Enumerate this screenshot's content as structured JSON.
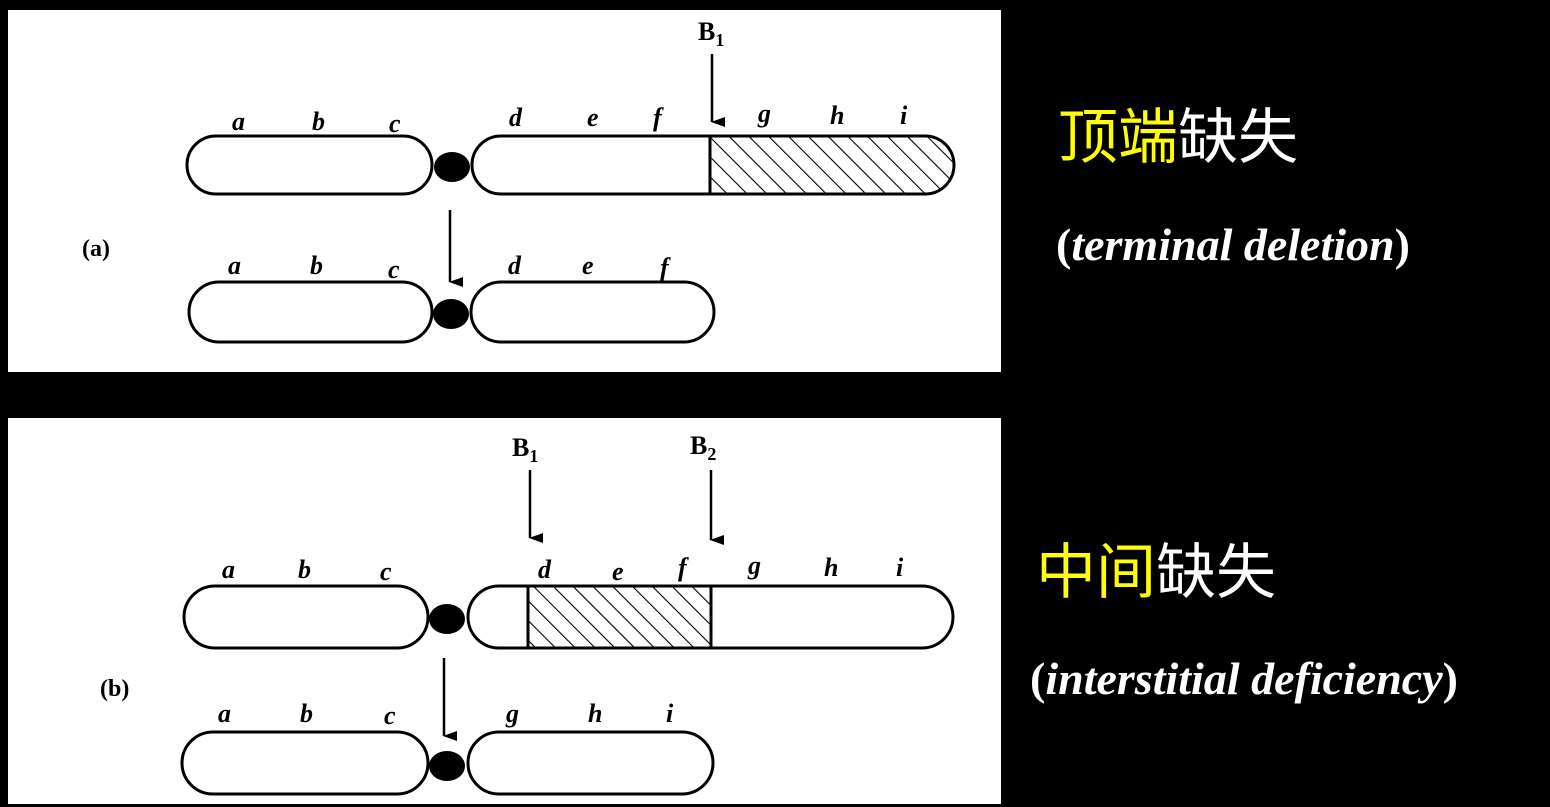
{
  "panel_a": {
    "label": "(a)",
    "break1": {
      "letter": "B",
      "sub": "1"
    },
    "top_genes": [
      "a",
      "b",
      "c",
      "d",
      "e",
      "f",
      "g",
      "h",
      "i"
    ],
    "bottom_genes": [
      "a",
      "b",
      "c",
      "d",
      "e",
      "f"
    ]
  },
  "panel_b": {
    "label": "(b)",
    "break1": {
      "letter": "B",
      "sub": "1"
    },
    "break2": {
      "letter": "B",
      "sub": "2"
    },
    "top_genes": [
      "a",
      "b",
      "c",
      "d",
      "e",
      "f",
      "g",
      "h",
      "i"
    ],
    "bottom_genes": [
      "a",
      "b",
      "c",
      "g",
      "h",
      "i"
    ]
  },
  "terminal": {
    "title_highlight": "顶端",
    "title_rest": "缺失",
    "open_paren": "(",
    "english": "terminal  deletion",
    "close_paren": ")"
  },
  "interstitial": {
    "title_highlight": "中间",
    "title_rest": "缺失",
    "open_paren": "(",
    "english": "interstitial deficiency",
    "close_paren": ")"
  },
  "colors": {
    "highlight": "#ffff00",
    "text": "#ffffff",
    "background": "#000000",
    "panel": "#ffffff"
  }
}
